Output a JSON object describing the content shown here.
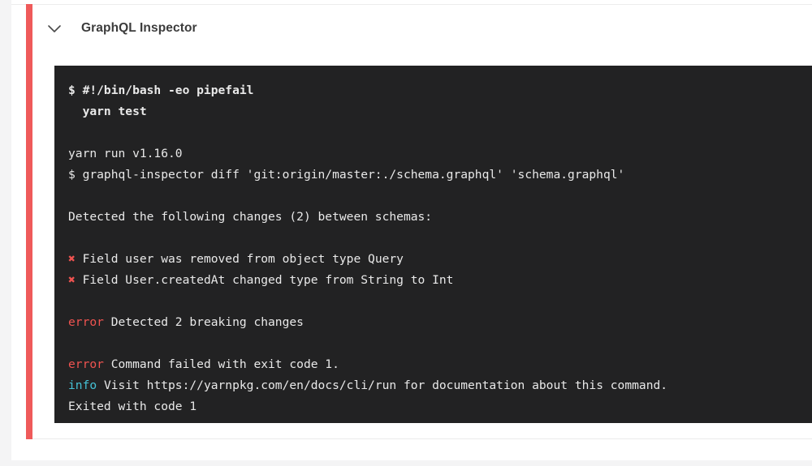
{
  "colors": {
    "page_background": "#f4f4f5",
    "card_background": "#ffffff",
    "status_accent": "#ef5a5a",
    "terminal_background": "#222223",
    "terminal_text": "#e9e9e9",
    "error_text": "#ef5350",
    "info_text": "#45c2d6",
    "title_text": "#3c3c3c"
  },
  "step": {
    "title": "GraphQL Inspector",
    "collapse_icon": "chevron-down-icon",
    "status": "failed"
  },
  "terminal": {
    "lines": [
      {
        "id": "cmd-shebang",
        "bold": true,
        "segments": [
          {
            "kind": "plain",
            "text": "$ #!/bin/bash -eo pipefail"
          }
        ]
      },
      {
        "id": "cmd-yarn-test",
        "bold": true,
        "segments": [
          {
            "kind": "plain",
            "text": "  yarn test"
          }
        ]
      },
      {
        "id": "blank-1",
        "blank": true,
        "segments": []
      },
      {
        "id": "yarn-version",
        "segments": [
          {
            "kind": "plain",
            "text": "yarn run v1.16.0"
          }
        ]
      },
      {
        "id": "inspector-diff",
        "segments": [
          {
            "kind": "plain",
            "text": "$ graphql-inspector diff 'git:origin/master:./schema.graphql' 'schema.graphql'"
          }
        ]
      },
      {
        "id": "blank-2",
        "blank": true,
        "segments": []
      },
      {
        "id": "detected-changes",
        "segments": [
          {
            "kind": "plain",
            "text": "Detected the following changes (2) between schemas:"
          }
        ]
      },
      {
        "id": "blank-3",
        "blank": true,
        "segments": []
      },
      {
        "id": "change-1",
        "segments": [
          {
            "kind": "cross",
            "text": "✖"
          },
          {
            "kind": "plain",
            "text": " Field user was removed from object type Query"
          }
        ]
      },
      {
        "id": "change-2",
        "segments": [
          {
            "kind": "cross",
            "text": "✖"
          },
          {
            "kind": "plain",
            "text": " Field User.createdAt changed type from String to Int"
          }
        ]
      },
      {
        "id": "blank-4",
        "blank": true,
        "segments": []
      },
      {
        "id": "error-breaking",
        "segments": [
          {
            "kind": "error",
            "text": "error"
          },
          {
            "kind": "plain",
            "text": " Detected 2 breaking changes"
          }
        ]
      },
      {
        "id": "blank-5",
        "blank": true,
        "segments": []
      },
      {
        "id": "error-exit-code",
        "segments": [
          {
            "kind": "error",
            "text": "error"
          },
          {
            "kind": "plain",
            "text": " Command failed with exit code 1."
          }
        ]
      },
      {
        "id": "info-docs",
        "segments": [
          {
            "kind": "info",
            "text": "info"
          },
          {
            "kind": "plain",
            "text": " Visit https://yarnpkg.com/en/docs/cli/run for documentation about this command."
          }
        ]
      },
      {
        "id": "exited-with-code",
        "segments": [
          {
            "kind": "plain",
            "text": "Exited with code 1"
          }
        ]
      }
    ]
  }
}
